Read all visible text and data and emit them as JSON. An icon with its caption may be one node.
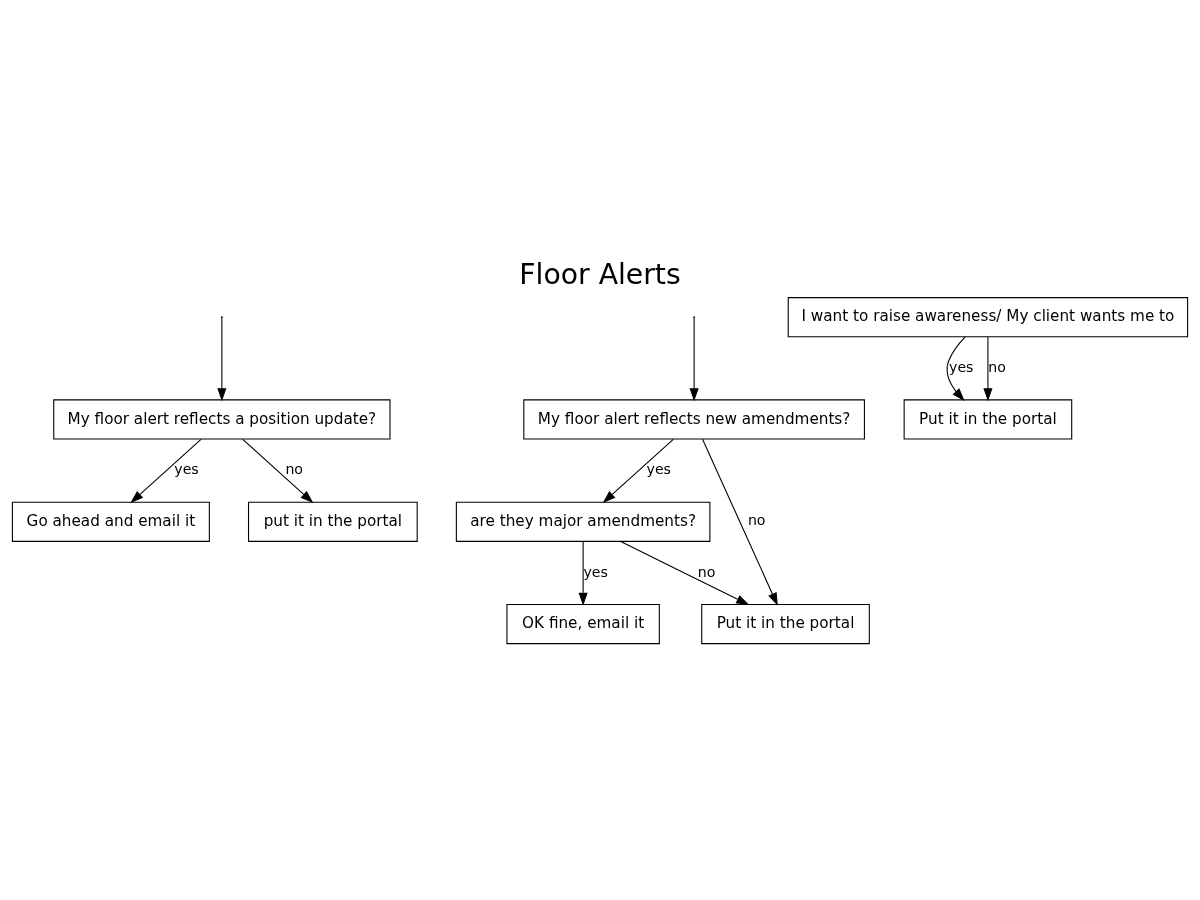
{
  "diagram": {
    "title": "Floor Alerts",
    "nodes": [
      {
        "text": [
          "My floor alert reflects a position update?"
        ]
      },
      {
        "text": [
          "My floor alert reflects new amendments?"
        ]
      },
      {
        "text": [
          "I want to raise awareness/ My client wants me to"
        ]
      },
      {
        "text": [
          "Go ahead and email it"
        ]
      },
      {
        "text": [
          "put it in the portal"
        ]
      },
      {
        "text": [
          "are they major amendments?"
        ]
      },
      {
        "text": [
          "Put it in the portal"
        ]
      },
      {
        "text": [
          "Put it in the portal"
        ]
      },
      {
        "text": [
          "OK fine, email it"
        ]
      }
    ],
    "edges": [
      {
        "from": null,
        "to": 0,
        "arrow": "to"
      },
      {
        "from": null,
        "to": 1,
        "arrow": "to"
      },
      {
        "from": 0,
        "to": 3,
        "arrow": "to",
        "label": "yes"
      },
      {
        "from": 0,
        "to": 4,
        "arrow": "to",
        "label": "no"
      },
      {
        "from": 1,
        "to": 5,
        "arrow": "to",
        "label": "yes"
      },
      {
        "from": 1,
        "to": 6,
        "arrow": "to",
        "label": "no"
      },
      {
        "from": 2,
        "to": 7,
        "arrow": "to",
        "label": "yes"
      },
      {
        "from": 2,
        "to": 7,
        "arrow": "to",
        "label": "no"
      },
      {
        "from": 5,
        "to": 8,
        "arrow": "to",
        "label": "yes"
      },
      {
        "from": 5,
        "to": 6,
        "arrow": "to",
        "label": "no"
      }
    ]
  }
}
